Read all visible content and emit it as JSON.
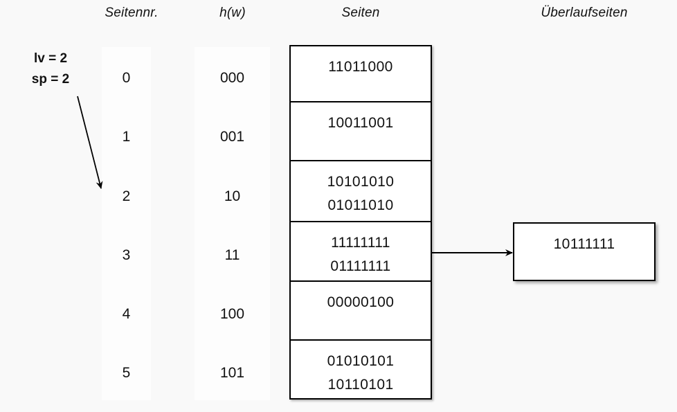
{
  "headers": {
    "seitennr": "Seitennr.",
    "hw": "h(w)",
    "seiten": "Seiten",
    "ueberlaufseiten": "Überlaufseiten"
  },
  "params": {
    "lv": "lv = 2",
    "sp": "sp = 2"
  },
  "columns": {
    "page_numbers": [
      "0",
      "1",
      "2",
      "3",
      "4",
      "5"
    ],
    "hash_values": [
      "000",
      "001",
      "10",
      "11",
      "100",
      "101"
    ]
  },
  "pages": [
    {
      "index": 0,
      "records": [
        "11011000"
      ]
    },
    {
      "index": 1,
      "records": [
        "10011001"
      ]
    },
    {
      "index": 2,
      "records": [
        "10101010",
        "01011010"
      ]
    },
    {
      "index": 3,
      "records": [
        "11111111",
        "01111111"
      ]
    },
    {
      "index": 4,
      "records": [
        "00000100"
      ]
    },
    {
      "index": 5,
      "records": [
        "01010101",
        "10110101"
      ]
    }
  ],
  "overflow_pages": [
    {
      "linked_from_page": 3,
      "records": [
        "10111111"
      ]
    }
  ],
  "colors": {
    "background": "#f9f9f9",
    "panel": "#fdfdfd",
    "box_fill": "#ffffff",
    "stroke": "#000000",
    "text": "#111111"
  }
}
